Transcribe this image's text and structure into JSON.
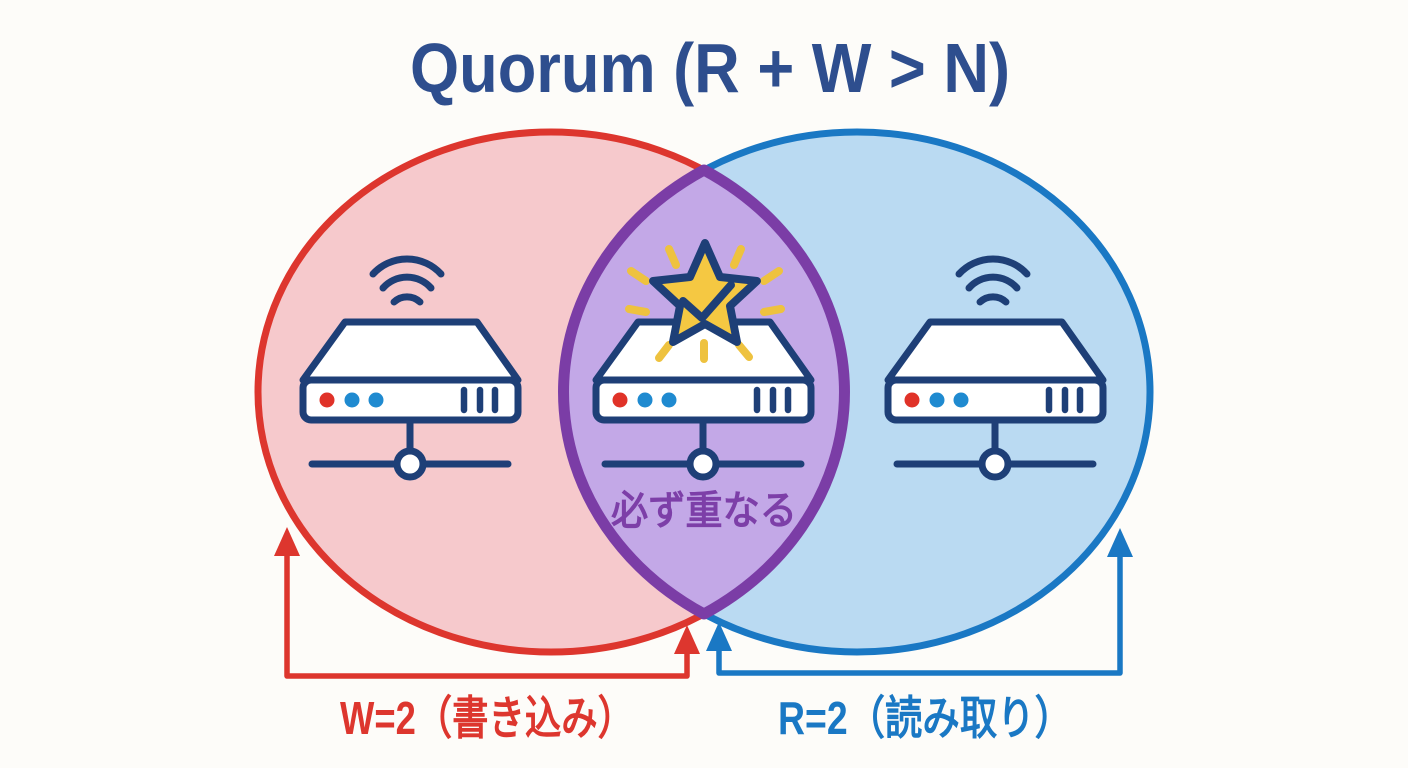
{
  "title": "Quorum (R + W > N)",
  "venn": {
    "overlap_label": "必ず重なる",
    "left_label": "W=2（書き込み）",
    "right_label": "R=2（読み取り）"
  },
  "icons": {
    "left": "server-with-wifi-icon",
    "center": "server-with-star-check-icon",
    "right": "server-with-wifi-icon"
  },
  "colors": {
    "navy": "#2e4e8e",
    "red": "#dd362e",
    "pink": "#f6c9cc",
    "blue": "#1a78c4",
    "light_blue": "#badaf2",
    "purple_border": "#7b3da6",
    "purple_fill": "#c3a8e7",
    "purple_text": "#7d3fa8",
    "server_outline": "#1e3f77",
    "gold": "#f5c842",
    "gold_ray": "#eec23f",
    "dot_red": "#e03228",
    "dot_blue": "#1f8ad0",
    "background": "#fdfcf9"
  }
}
